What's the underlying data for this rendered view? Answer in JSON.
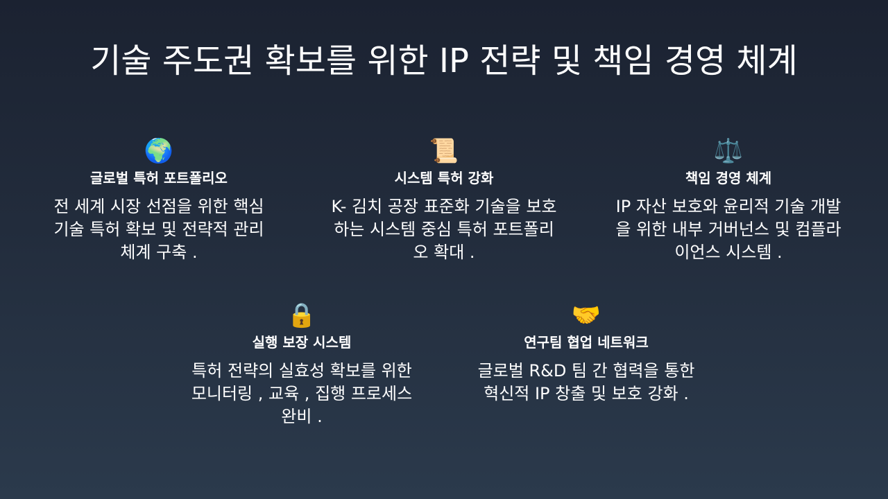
{
  "title": "기술 주도권 확보를 위한  IP  전략 및 책임 경영 체계",
  "cards": [
    {
      "icon": "🌍",
      "icon_name": "globe-icon",
      "heading": "글로벌 특허 포트폴리오",
      "body": "전 세계 시장 선점을 위한 핵심 기술 특허 확보 및 전략적 관리 체계 구축 ."
    },
    {
      "icon": "📜",
      "icon_name": "scroll-icon",
      "heading": "시스템 특허 강화",
      "body": "K- 김치 공장 표준화 기술을 보호하는 시스템 중심 특허 포트폴리오 확대 ."
    },
    {
      "icon": "⚖️",
      "icon_name": "balance-scale-icon",
      "heading": "책임 경영 체계",
      "body": "IP  자산 보호와 윤리적 기술 개발을 위한 내부 거버넌스 및 컴플라이언스 시스템 ."
    },
    {
      "icon": "🔒",
      "icon_name": "lock-icon",
      "heading": "실행 보장 시스템",
      "body": "특허 전략의 실효성 확보를 위한 모니터링 , 교육 , 집행 프로세스 완비 ."
    },
    {
      "icon": "🤝",
      "icon_name": "handshake-icon",
      "heading": "연구팀 협업 네트워크",
      "body": "글로벌  R&D  팀 간 협력을 통한 혁신적  IP  창출 및 보호 강화 ."
    }
  ]
}
